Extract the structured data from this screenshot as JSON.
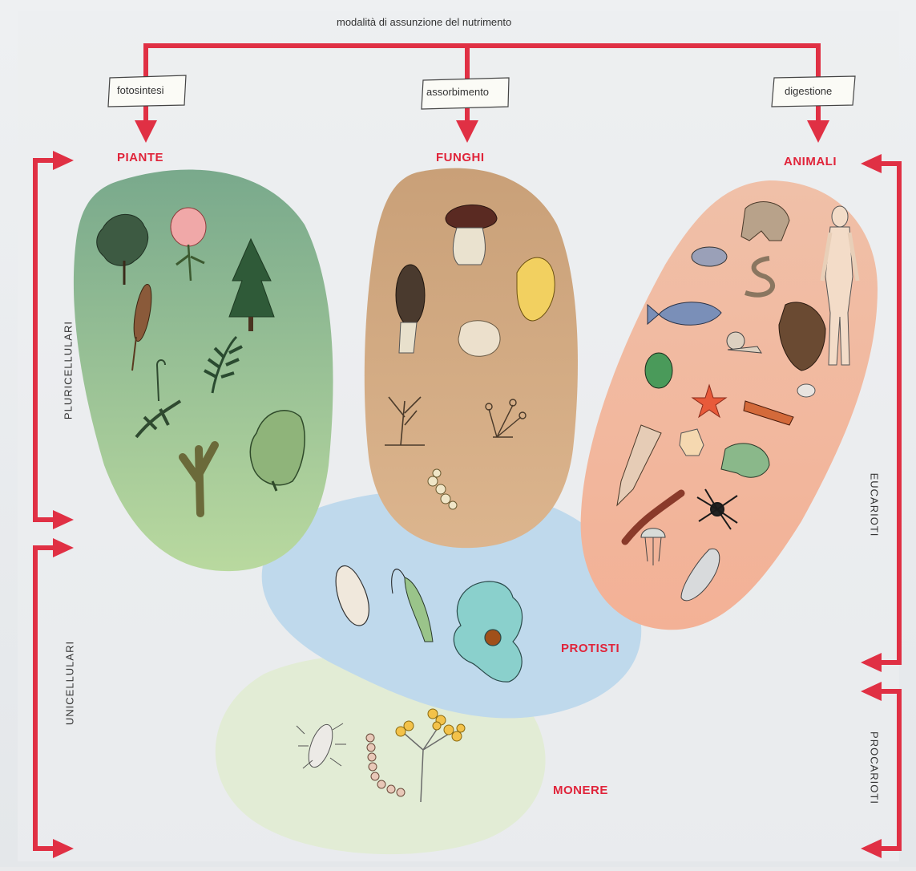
{
  "header": {
    "title": "modalità di assunzione del nutrimento"
  },
  "nutrition_modes": [
    {
      "id": "photo",
      "label": "fotosintesi"
    },
    {
      "id": "absorb",
      "label": "assorbimento"
    },
    {
      "id": "digest",
      "label": "digestione"
    }
  ],
  "kingdoms": {
    "piante": "PIANTE",
    "funghi": "FUNGHI",
    "animali": "ANIMALI",
    "protisti": "PROTISTI",
    "monere": "MONERE"
  },
  "side_labels": {
    "pluricellulari": "PLURICELLULARI",
    "unicellulari": "UNICELLULARI",
    "eucarioti": "EUCARIOTI",
    "procarioti": "PROCARIOTI"
  },
  "colors": {
    "arrow": "#e03044",
    "kingdom_text": "#e0243a",
    "plants_top": "#7fae8e",
    "plants_bottom": "#b8d9a0",
    "fungi": "#d4a882",
    "animals": "#f2b9a2",
    "protists": "#bcd7ea",
    "monera": "#e1ecd4"
  }
}
